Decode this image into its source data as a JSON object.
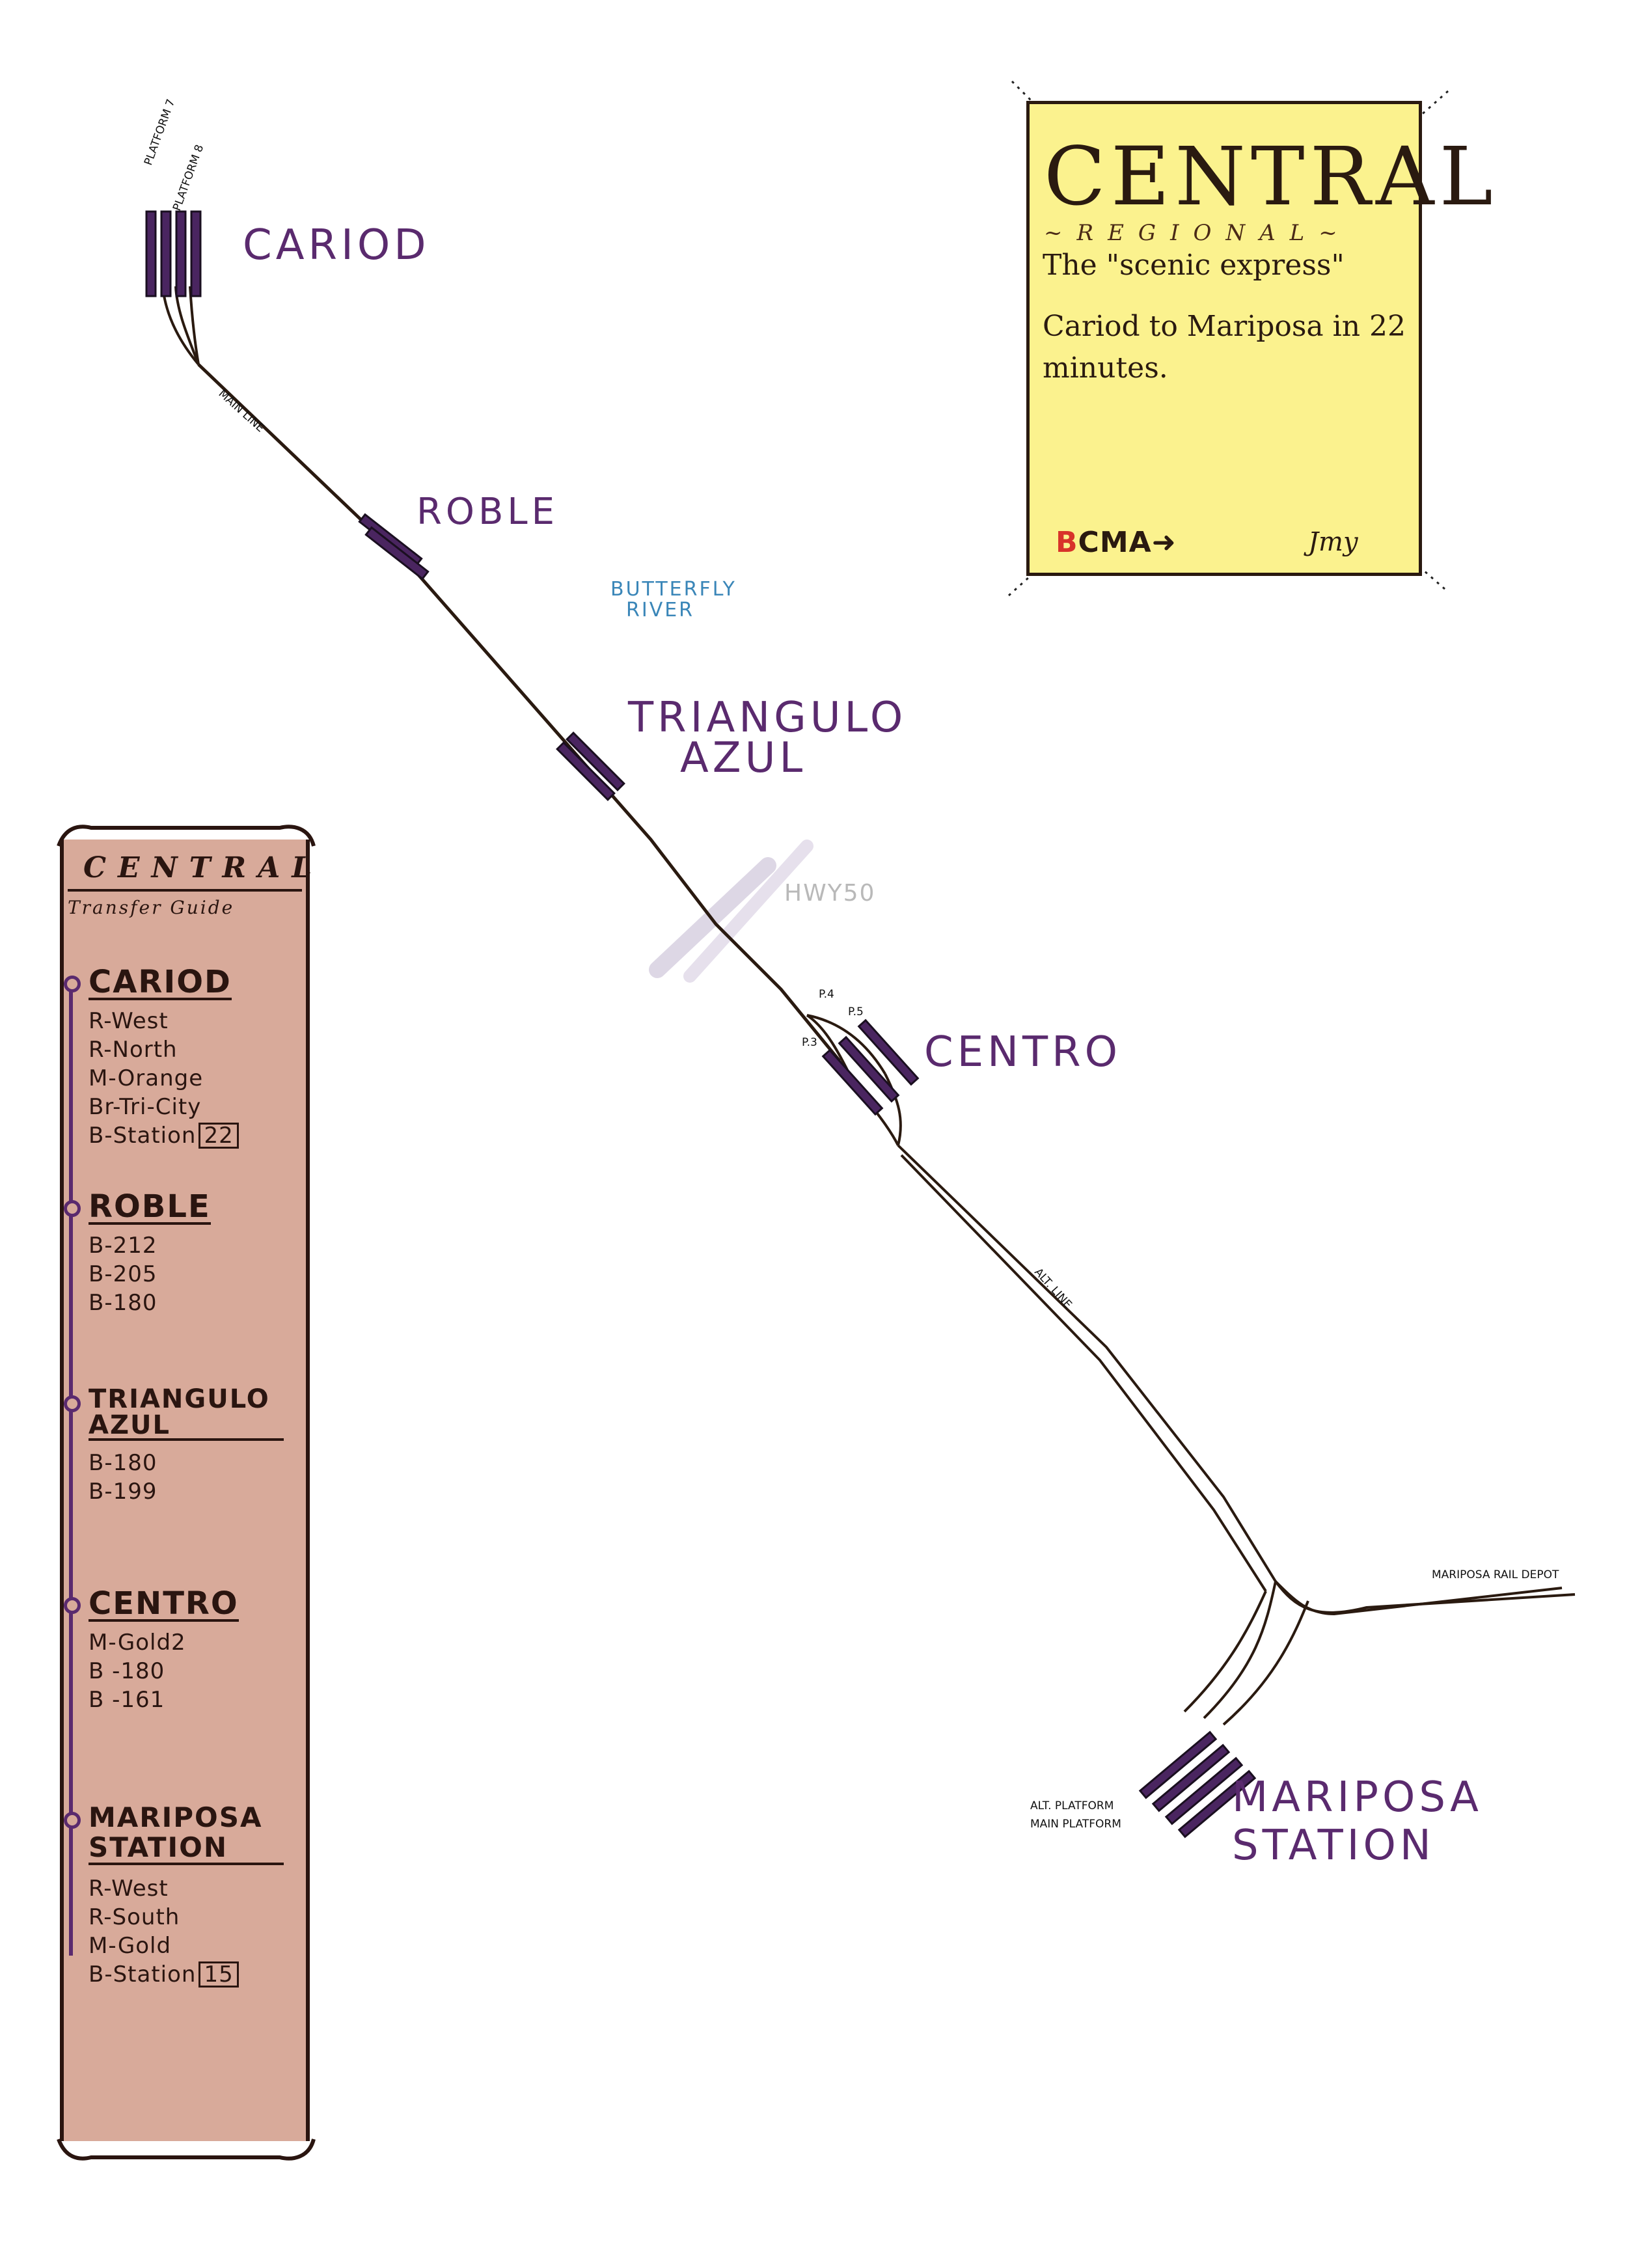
{
  "map": {
    "track_color": "#2a1a10",
    "platform_color": "#4a2560",
    "label_color": "#5a2a6e"
  },
  "stations": {
    "cariod": "CARIOD",
    "roble": "ROBLE",
    "triangulo_1": "TRIANGULO",
    "triangulo_2": "AZUL",
    "centro": "CENTRO",
    "mariposa_1": "MARIPOSA",
    "mariposa_2": "STATION"
  },
  "track_labels": {
    "platform7": "PLATFORM 7",
    "platform8": "PLATFORM 8",
    "main_line": "MAIN LINE",
    "alt_line": "ALT. LINE",
    "p3": "P.3",
    "p4": "P.4",
    "p5": "P.5",
    "depot": "MARIPOSA RAIL DEPOT",
    "alt_platform": "ALT. PLATFORM",
    "main_platform": "MAIN PLATFORM"
  },
  "features": {
    "river_1": "BUTTERFLY",
    "river_2": "RIVER",
    "highway": "HWY50"
  },
  "info_card": {
    "title": "CENTRAL",
    "subtitle": "~REGIONAL~",
    "tagline": "The \"scenic express\"",
    "description": "Cariod to Mariposa in 22 minutes.",
    "logo_b": "B",
    "logo_rest": "CMA",
    "signature": "Jmy"
  },
  "guide": {
    "title": "CENTRAL",
    "subtitle": "Transfer Guide",
    "sections": [
      {
        "name": "CARIOD",
        "items": [
          "R-West",
          "R-North",
          "M-Orange",
          "Br-Tri-City",
          "B-Station"
        ],
        "badge": "22"
      },
      {
        "name": "ROBLE",
        "items": [
          "B-212",
          "B-205",
          "B-180"
        ]
      },
      {
        "name": "TRIANGULO AZUL",
        "items": [
          "B-180",
          "B-199"
        ]
      },
      {
        "name": "CENTRO",
        "items": [
          "M-Gold2",
          "B -180",
          "B -161"
        ]
      },
      {
        "name": "MARIPOSA STATION",
        "items": [
          "R-West",
          "R-South",
          "M-Gold",
          "B-Station"
        ],
        "badge": "15"
      }
    ]
  }
}
